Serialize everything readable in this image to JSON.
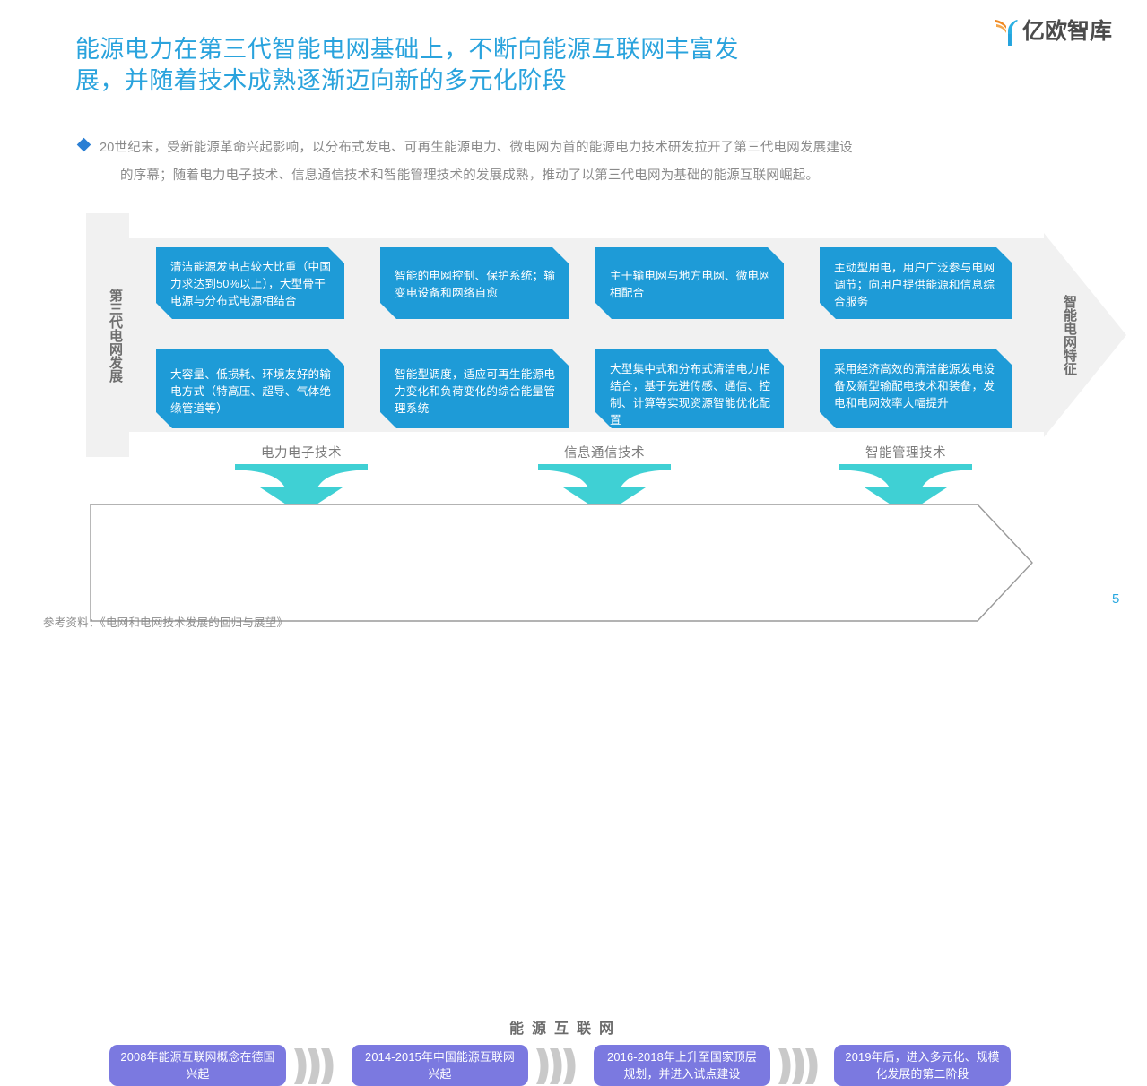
{
  "brand": {
    "logo_text": "亿欧智库",
    "logo_icon": "y-mark-icon",
    "logo_orange": "#f08a24",
    "logo_blue": "#2bb0e3"
  },
  "title": {
    "line1": "能源电力在第三代智能电网基础上，不断向能源互联网丰富发",
    "line2": "展，并随着技术成熟逐渐迈向新的多元化阶段",
    "color": "#2aa3dd"
  },
  "bullet": {
    "marker": "diamond-bullet-icon",
    "line1": "20世纪末，受新能源革命兴起影响，以分布式发电、可再生能源电力、微电网为首的能源电力技术研发拉开了第三代电网发展建设",
    "line2": "的序幕；随着电力电子技术、信息通信技术和智能管理技术的发展成熟，推动了以第三代电网为基础的能源互联网崛起。"
  },
  "band": {
    "left_label": "第三代电网发展",
    "right_label": "智能电网特征",
    "card_color": "#1e9bd7",
    "cards": [
      {
        "id": "clean-energy-share",
        "text": "清洁能源发电占较大比重（中国力求达到50%以上），大型骨干电源与分布式电源相结合"
      },
      {
        "id": "smart-grid-control",
        "text": "智能的电网控制、保护系统；输变电设备和网络自愈"
      },
      {
        "id": "backbone-local-microgrid",
        "text": "主干输电网与地方电网、微电网相配合"
      },
      {
        "id": "active-consumption",
        "text": "主动型用电，用户广泛参与电网调节；向用户提供能源和信息综合服务"
      },
      {
        "id": "transmission-mode",
        "text": "大容量、低损耗、环境友好的输电方式（特高压、超导、气体绝缘管道等）"
      },
      {
        "id": "smart-dispatch",
        "text": "智能型调度，适应可再生能源电力变化和负荷变化的综合能量管理系统"
      },
      {
        "id": "centralized-distributed",
        "text": "大型集中式和分布式清洁电力相结合，基于先进传感、通信、控制、计算等实现资源智能优化配置"
      },
      {
        "id": "efficient-equipment",
        "text": "采用经济高效的清洁能源发电设备及新型输配电技术和装备，发电和电网效率大幅提升"
      }
    ]
  },
  "technologies": {
    "funnel_color": "#3fd0d4",
    "items": [
      {
        "id": "power-electronics",
        "label": "电力电子技术"
      },
      {
        "id": "info-communication",
        "label": "信息通信技术"
      },
      {
        "id": "smart-management",
        "label": "智能管理技术"
      }
    ]
  },
  "timeline": {
    "title": "能源互联网",
    "stage_color": "#7b79e0",
    "stages": [
      {
        "id": "2008-germany",
        "text": "2008年能源互联网概念在德国兴起"
      },
      {
        "id": "2014-2015-china",
        "text": "2014-2015年中国能源互联网兴起"
      },
      {
        "id": "2016-2018-national",
        "text": "2016-2018年上升至国家顶层规划，并进入试点建设"
      },
      {
        "id": "2019-second-phase",
        "text": "2019年后，进入多元化、规模化发展的第二阶段"
      }
    ]
  },
  "footer": {
    "source": "参考资料：《电网和电网技术发展的回归与展望》",
    "page_number": "5"
  }
}
